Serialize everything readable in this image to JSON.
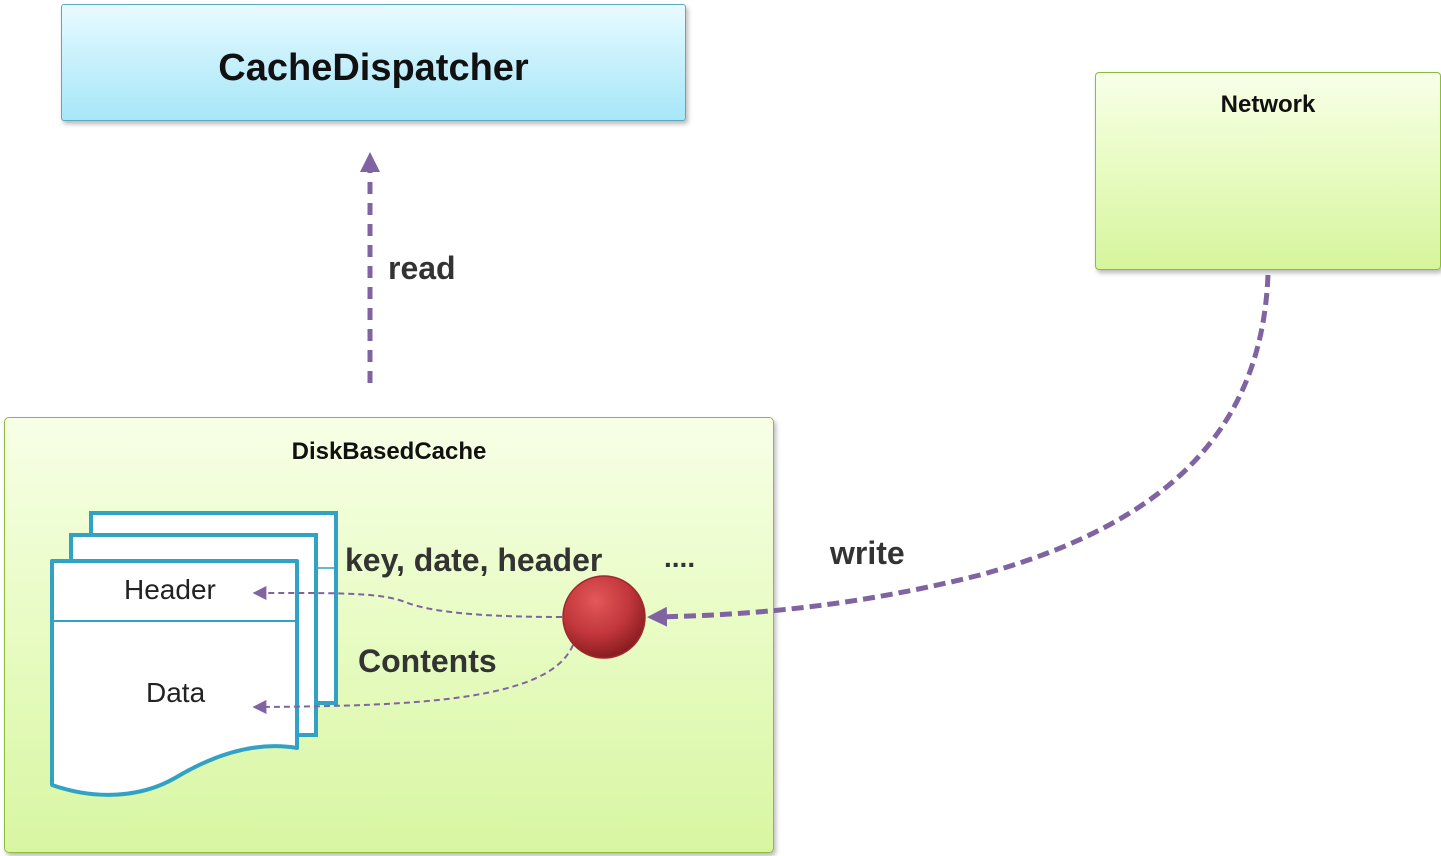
{
  "nodes": {
    "cache_dispatcher": "CacheDispatcher",
    "network": "Network",
    "disk_based_cache": "DiskBasedCache"
  },
  "document": {
    "header": "Header",
    "data": "Data"
  },
  "edges": {
    "read": "read",
    "write": "write",
    "entry_fields": "key, date, header",
    "ellipsis": "....",
    "contents": "Contents"
  },
  "colors": {
    "dispatcher_fill": "#c9f1fc",
    "green_fill": "#e3fab8",
    "arrow": "#8064a2",
    "doc_stroke": "#31a2c4",
    "node_red": "#c0363a"
  }
}
